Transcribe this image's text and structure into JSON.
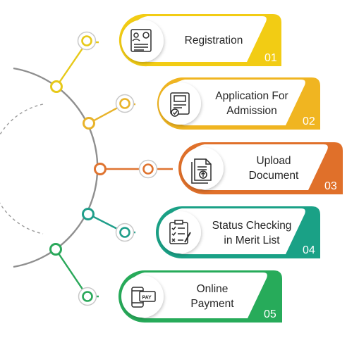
{
  "steps": [
    {
      "label": [
        "Registration"
      ],
      "number": "01",
      "color": "#f2cc14",
      "icon": "registration-form-icon"
    },
    {
      "label": [
        "Application For",
        "Admission"
      ],
      "number": "02",
      "color": "#f0b521",
      "icon": "certificate-document-icon"
    },
    {
      "label": [
        "Upload",
        "Document"
      ],
      "number": "03",
      "color": "#e0702a",
      "icon": "upload-document-icon"
    },
    {
      "label": [
        "Status Checking",
        "in Merit List"
      ],
      "number": "04",
      "color": "#1aa186",
      "icon": "checklist-icon"
    },
    {
      "label": [
        "Online",
        "Payment"
      ],
      "number": "05",
      "color": "#27ab5a",
      "icon": "payment-card-icon"
    }
  ]
}
